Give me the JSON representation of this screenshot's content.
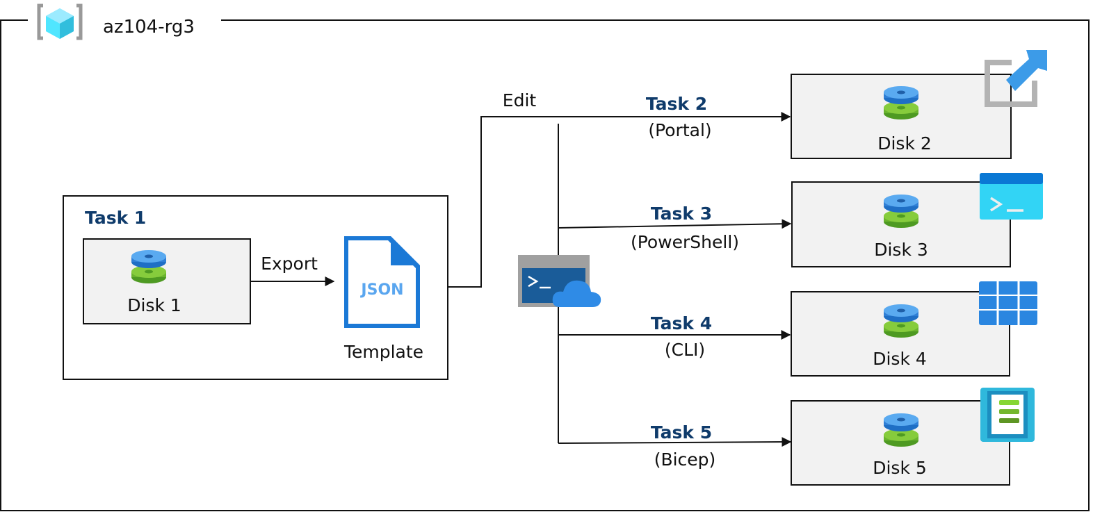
{
  "resource_group": {
    "title": "az104-rg3",
    "icon": "resource-group-icon"
  },
  "task1": {
    "label": "Task 1",
    "disk": "Disk 1",
    "export_label": "Export",
    "template_icon_text": "JSON",
    "template_label": "Template"
  },
  "edit_label": "Edit",
  "tasks": [
    {
      "label": "Task 2",
      "tool": "(Portal)",
      "disk": "Disk 2",
      "icon": "portal-external-link-icon"
    },
    {
      "label": "Task 3",
      "tool": "(PowerShell)",
      "disk": "Disk 3",
      "icon": "powershell-terminal-icon"
    },
    {
      "label": "Task 4",
      "tool": "(CLI)",
      "disk": "Disk 4",
      "icon": "cli-grid-icon"
    },
    {
      "label": "Task 5",
      "tool": "(Bicep)",
      "disk": "Disk 5",
      "icon": "bicep-file-icon"
    }
  ],
  "cloud_shell_icon": "cloud-shell-icon",
  "colors": {
    "task_text": "#0f3b6b",
    "box_fill": "#f2f2f2",
    "disk_blue": "#3a8ee0",
    "disk_green": "#6ab42e"
  }
}
